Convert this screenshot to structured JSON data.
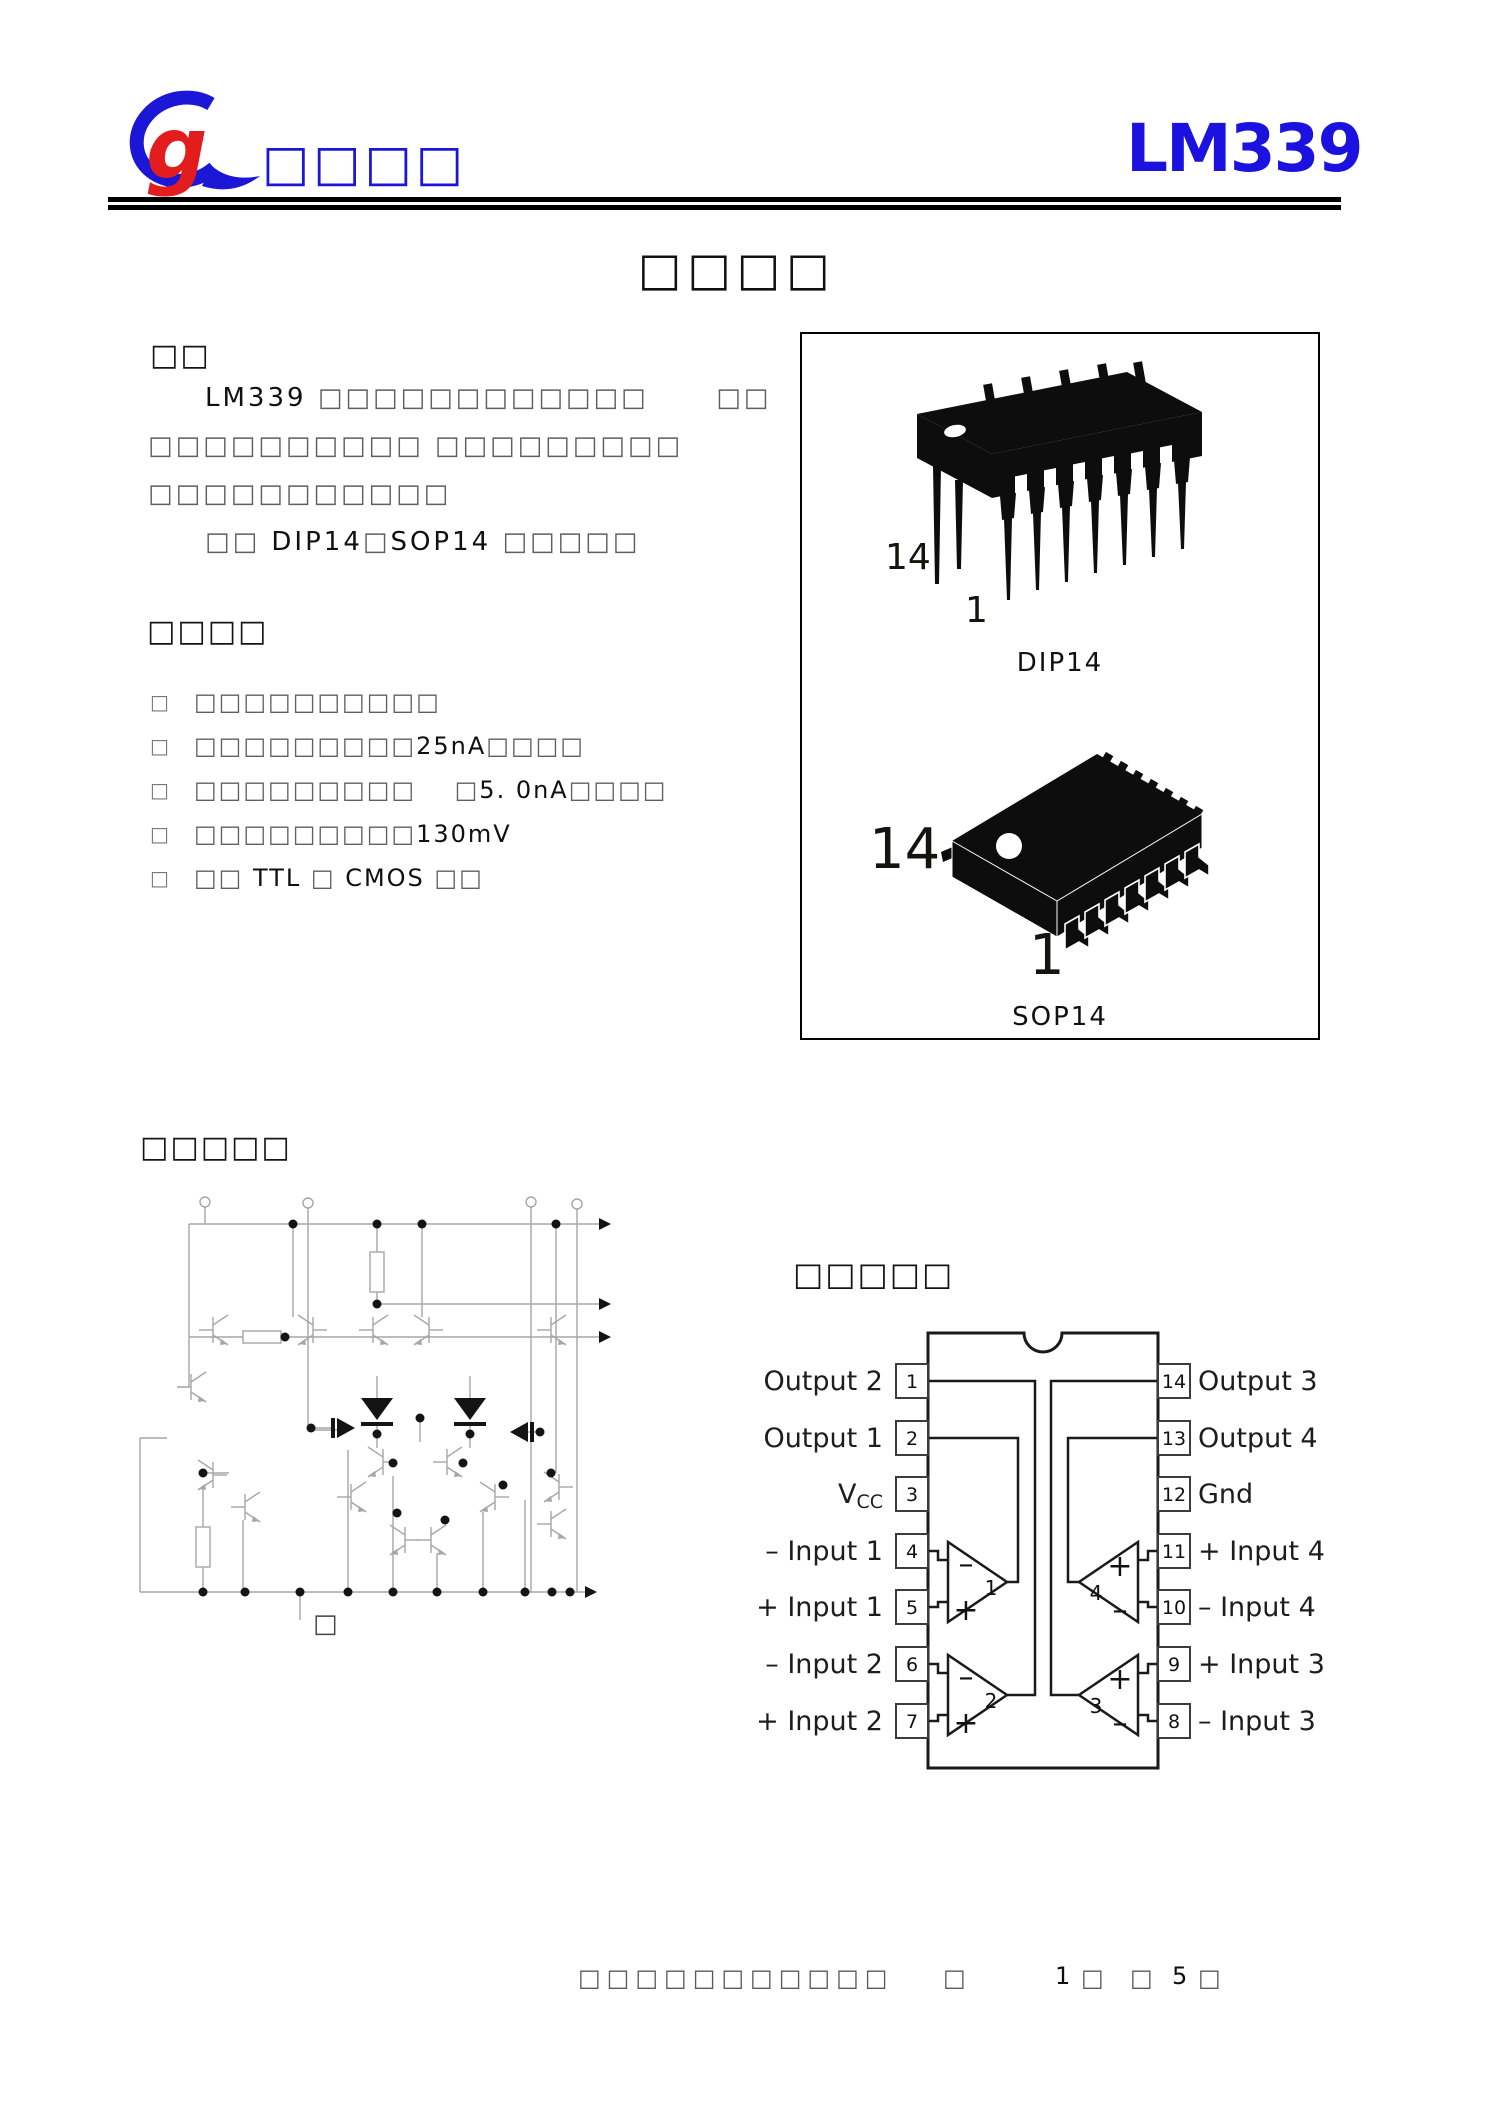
{
  "header": {
    "logo_text": "□□□□",
    "part_number": "LM339"
  },
  "title": "□□□□",
  "overview": {
    "heading": "□□",
    "lines": [
      [
        {
          "t": "LM339 ",
          "s": "lat"
        },
        {
          "t": "□□□□□□□□□□□□",
          "s": "box"
        },
        {
          "t": "      ",
          "s": "lat"
        },
        {
          "t": "□□",
          "s": "box"
        }
      ],
      [
        {
          "t": "□□□□□□□□□□ □□□□□□□□□",
          "s": "box"
        }
      ],
      [
        {
          "t": "□□□□□□□□□□□",
          "s": "box"
        }
      ],
      [
        {
          "t": "□□ ",
          "s": "box"
        },
        {
          "t": "DIP14",
          "s": "lat"
        },
        {
          "t": "□",
          "s": "box"
        },
        {
          "t": "SOP14",
          "s": "lat"
        },
        {
          "t": " ",
          "s": "lat"
        },
        {
          "t": "□□□□□",
          "s": "box"
        }
      ]
    ]
  },
  "features": {
    "heading": "□□□□",
    "bullet": "□",
    "items": [
      [
        {
          "t": "□□□□□□□□□□",
          "s": "box"
        }
      ],
      [
        {
          "t": "□□□□□□□□□",
          "s": "box"
        },
        {
          "t": "25nA",
          "s": "lat"
        },
        {
          "t": "□□□□",
          "s": "box"
        }
      ],
      [
        {
          "t": "□□□□□□□□□",
          "s": "box"
        },
        {
          "t": "    ",
          "s": "lat"
        },
        {
          "t": "□",
          "s": "box"
        },
        {
          "t": "5. 0nA",
          "s": "lat"
        },
        {
          "t": "□□□□",
          "s": "box"
        }
      ],
      [
        {
          "t": "□□□□□□□□□",
          "s": "box"
        },
        {
          "t": "130mV",
          "s": "lat"
        }
      ],
      [
        {
          "t": "□□ ",
          "s": "box"
        },
        {
          "t": "TTL",
          "s": "lat"
        },
        {
          "t": " □ ",
          "s": "box"
        },
        {
          "t": "CMOS",
          "s": "lat"
        },
        {
          "t": " □□",
          "s": "box"
        }
      ]
    ]
  },
  "packages": {
    "dip": {
      "caption": "DIP14",
      "pin14": "14",
      "pin1": "1"
    },
    "sop": {
      "caption": "SOP14",
      "pin14": "14",
      "pin1": "1"
    }
  },
  "circuit": {
    "heading": "□□□□□",
    "ground_label": "□"
  },
  "pin_diagram": {
    "heading": "□□□□□",
    "left": [
      {
        "num": "1",
        "label": "Output 2"
      },
      {
        "num": "2",
        "label": "Output 1"
      },
      {
        "num": "3",
        "label": "V",
        "label_sub": "CC"
      },
      {
        "num": "4",
        "label": "– Input 1"
      },
      {
        "num": "5",
        "label": "+ Input 1"
      },
      {
        "num": "6",
        "label": "– Input 2"
      },
      {
        "num": "7",
        "label": "+ Input 2"
      }
    ],
    "right": [
      {
        "num": "14",
        "label": "Output 3"
      },
      {
        "num": "13",
        "label": "Output 4"
      },
      {
        "num": "12",
        "label": "Gnd"
      },
      {
        "num": "11",
        "label": "+ Input 4"
      },
      {
        "num": "10",
        "label": "– Input 4"
      },
      {
        "num": "9",
        "label": "+ Input 3"
      },
      {
        "num": "8",
        "label": "– Input 3"
      }
    ],
    "comparators": [
      {
        "id": "1",
        "top": "–",
        "bottom": "+"
      },
      {
        "id": "2",
        "top": "–",
        "bottom": "+"
      },
      {
        "id": "4",
        "top": "+",
        "bottom": "–"
      },
      {
        "id": "3",
        "top": "+",
        "bottom": "–"
      }
    ]
  },
  "footer": {
    "company": "□□□□□□□□□□□",
    "page_marker": "□",
    "page_num": "1",
    "page_unit": "□",
    "total_marker": "□",
    "total_num": "5",
    "total_unit": "□"
  }
}
